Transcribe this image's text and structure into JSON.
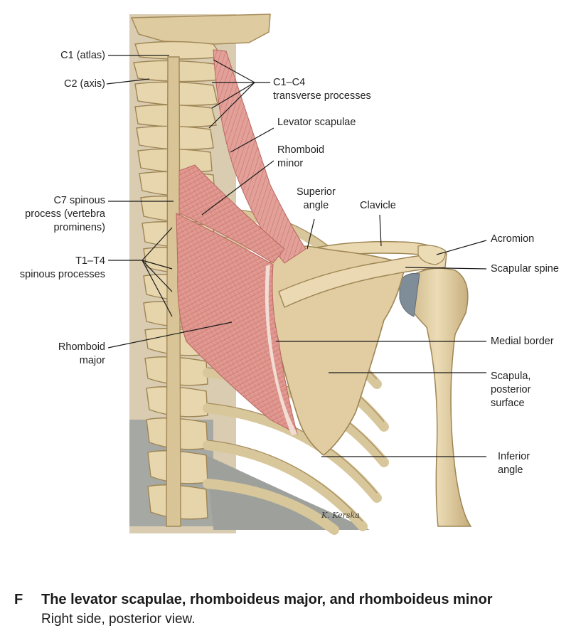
{
  "figure": {
    "labels": {
      "c1": "C1 (atlas)",
      "c2": "C2 (axis)",
      "c1c4": [
        "C1–C4",
        "transverse processes"
      ],
      "levator": "Levator scapulae",
      "rhomboid_minor": [
        "Rhomboid",
        "minor"
      ],
      "superior_angle": [
        "Superior",
        "angle"
      ],
      "clavicle": "Clavicle",
      "c7": [
        "C7 spinous",
        "process (vertebra",
        "prominens)"
      ],
      "acromion": "Acromion",
      "t1t4": [
        "T1–T4",
        "spinous processes"
      ],
      "scapular_spine": "Scapular spine",
      "rhomboid_major": [
        "Rhomboid",
        "major"
      ],
      "medial_border": "Medial border",
      "scapula_surface": [
        "Scapula,",
        "posterior",
        "surface"
      ],
      "inferior_angle": [
        "Inferior",
        "angle"
      ]
    },
    "signature": "K. Kerska",
    "colors": {
      "bone": "#e6d5ad",
      "bone_shadow": "#b49a67",
      "muscle": "#e09a92",
      "muscle_fiber": "#c4726c",
      "cartilage": "#8d9aa3",
      "leader": "#1a1a1a"
    }
  },
  "caption": {
    "letter": "F",
    "title": "The levator scapulae, rhomboideus major, and rhomboideus minor",
    "subtitle": "Right side, posterior view."
  }
}
